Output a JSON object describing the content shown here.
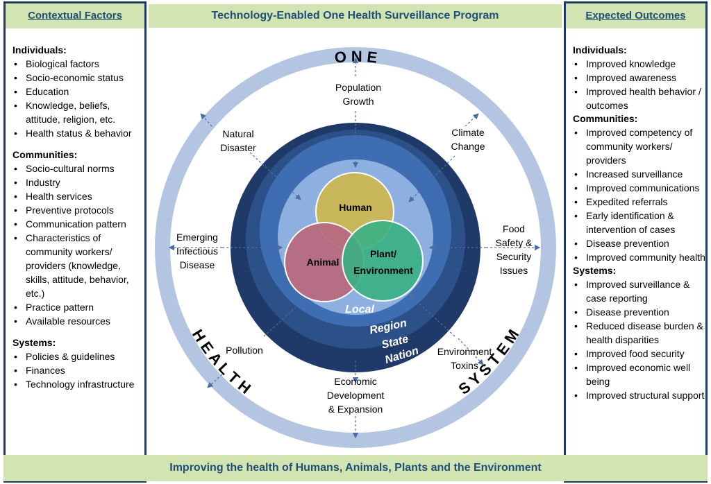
{
  "top_title": "Technology-Enabled One Health Surveillance Program",
  "bottom_title": "Improving the health of Humans, Animals, Plants and the Environment",
  "left_panel": {
    "header": "Contextual Factors",
    "sections": [
      {
        "title": "Individuals:",
        "items": [
          "Biological factors",
          "Socio-economic status",
          "Education",
          "Knowledge, beliefs, attitude, religion, etc.",
          "Health status & behavior"
        ]
      },
      {
        "title": "Communities:",
        "items": [
          "Socio-cultural norms",
          "Industry",
          "Health services",
          "Preventive protocols",
          "Communication pattern",
          "Characteristics of community workers/ providers (knowledge, skills, attitude, behavior, etc.)",
          "Practice pattern",
          "Available resources"
        ]
      },
      {
        "title": "Systems:",
        "items": [
          "Policies & guidelines",
          "Finances",
          "Technology infrastructure"
        ]
      }
    ]
  },
  "right_panel": {
    "header": "Expected Outcomes",
    "sections": [
      {
        "title": "Individuals:",
        "items": [
          "Improved knowledge",
          "Improved awareness",
          "Improved health behavior / outcomes"
        ]
      },
      {
        "title": "Communities:",
        "items": [
          "Improved competency of community workers/ providers",
          "Increased surveillance",
          "Improved communications",
          "Expedited referrals",
          "Early identification & intervention of cases",
          "Disease prevention",
          "Improved community health"
        ]
      },
      {
        "title": "Systems:",
        "items": [
          "Improved surveillance & case reporting",
          "Disease prevention",
          "Reduced disease burden & health disparities",
          "Improved food security",
          "Improved economic well being",
          "Improved structural support"
        ]
      }
    ]
  },
  "ring_words": {
    "one": "O N E",
    "health": "H E A L T H",
    "system": "S Y S T E M"
  },
  "venn": {
    "human": "Human",
    "animal": "Animal",
    "plant_line1": "Plant/",
    "plant_line2": "Environment"
  },
  "levels": {
    "local": "Local",
    "region": "Region",
    "state": "State",
    "nation": "Nation"
  },
  "factors": {
    "population_growth": [
      "Population",
      "Growth"
    ],
    "natural_disaster": [
      "Natural",
      "Disaster"
    ],
    "climate_change": [
      "Climate",
      "Change"
    ],
    "emerging_disease": [
      "Emerging",
      "Infectious",
      "Disease"
    ],
    "food_safety": [
      "Food",
      "Safety &",
      "Security",
      "Issues"
    ],
    "pollution": [
      "Pollution"
    ],
    "environment_toxins": [
      "Environment",
      "Toxins"
    ],
    "economic_development": [
      "Economic",
      "Development",
      "& Expansion"
    ]
  },
  "colors": {
    "band": "#d3e4b3",
    "band_text": "#1f4e79",
    "panel_border": "#1f3a68",
    "outer_ring": "#b4c5e1",
    "nation": "#1f3a68",
    "state": "#2c5189",
    "region": "#3f6db1",
    "local": "#8eb0e0",
    "human": "#c8b65a",
    "animal": "#b86a80",
    "plant": "#39b083"
  }
}
